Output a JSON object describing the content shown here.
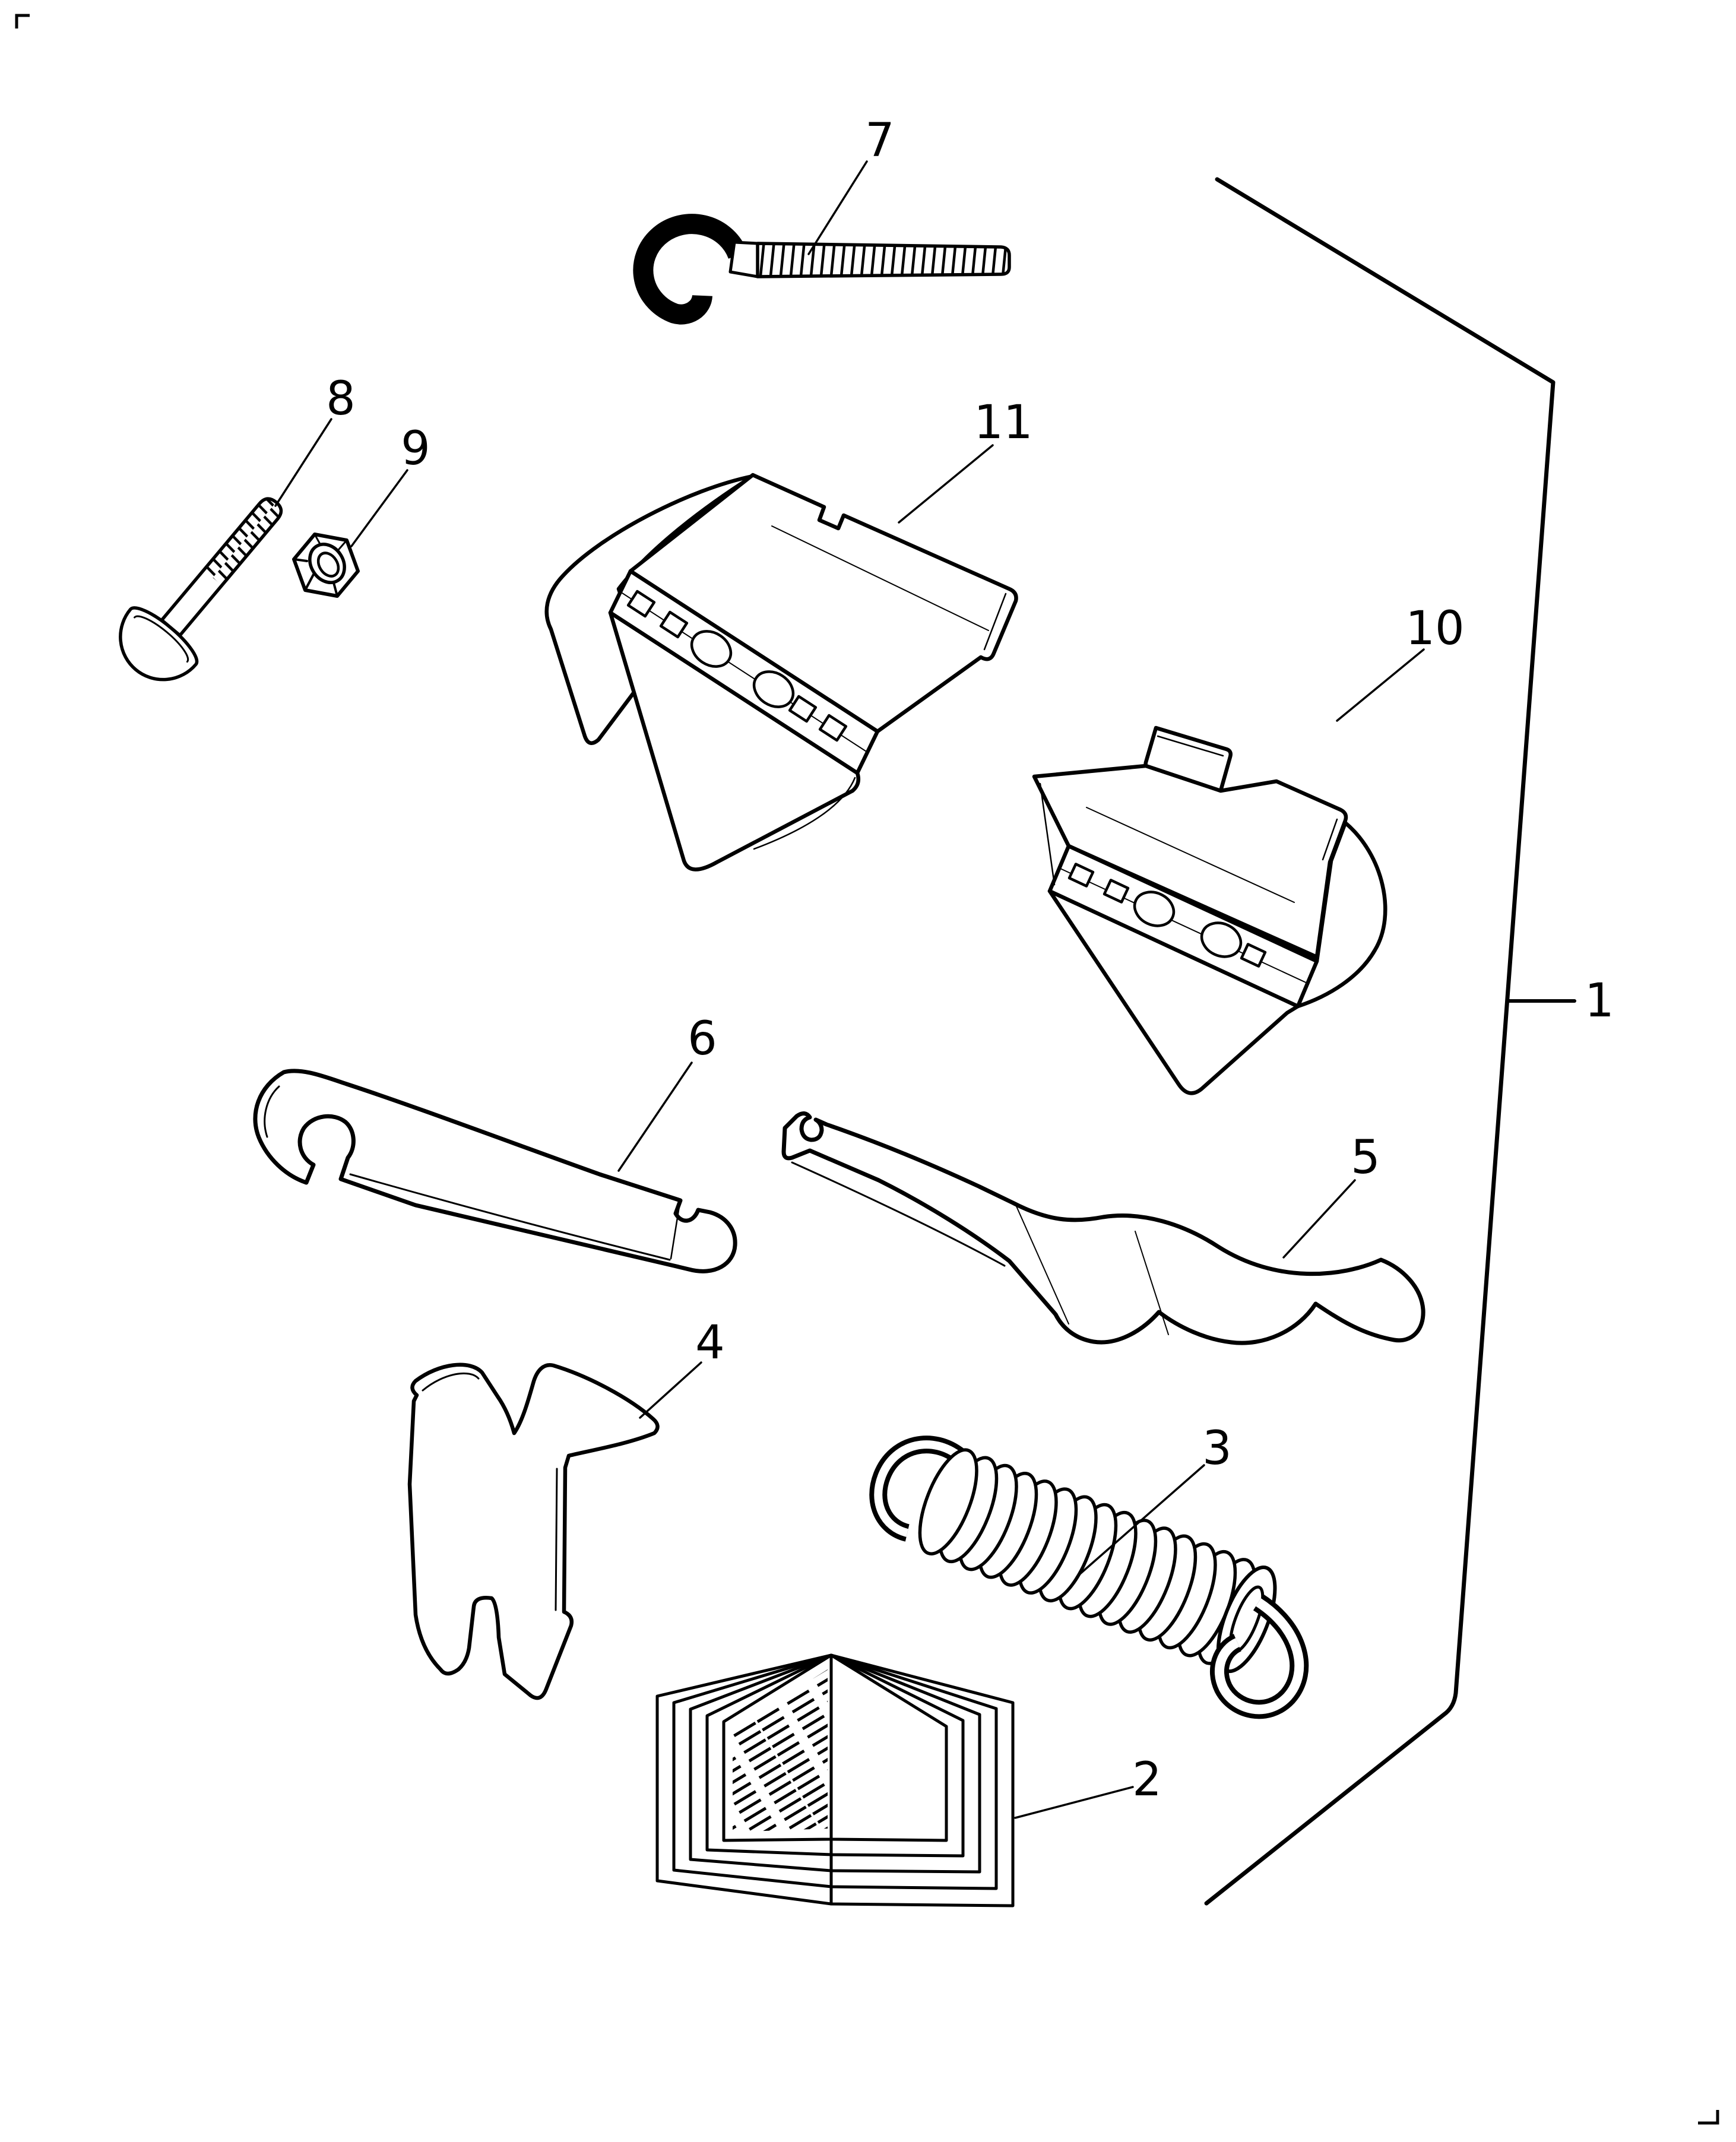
{
  "page": {
    "background": "#ffffff",
    "ink": "#000000"
  },
  "diagram": {
    "type": "exploded-parts-diagram",
    "callouts": {
      "c1": {
        "label": "1"
      },
      "c2": {
        "label": "2"
      },
      "c3": {
        "label": "3"
      },
      "c4": {
        "label": "4"
      },
      "c5": {
        "label": "5"
      },
      "c6": {
        "label": "6"
      },
      "c7": {
        "label": "7"
      },
      "c8": {
        "label": "8"
      },
      "c9": {
        "label": "9"
      },
      "c10": {
        "label": "10"
      },
      "c11": {
        "label": "11"
      }
    }
  }
}
